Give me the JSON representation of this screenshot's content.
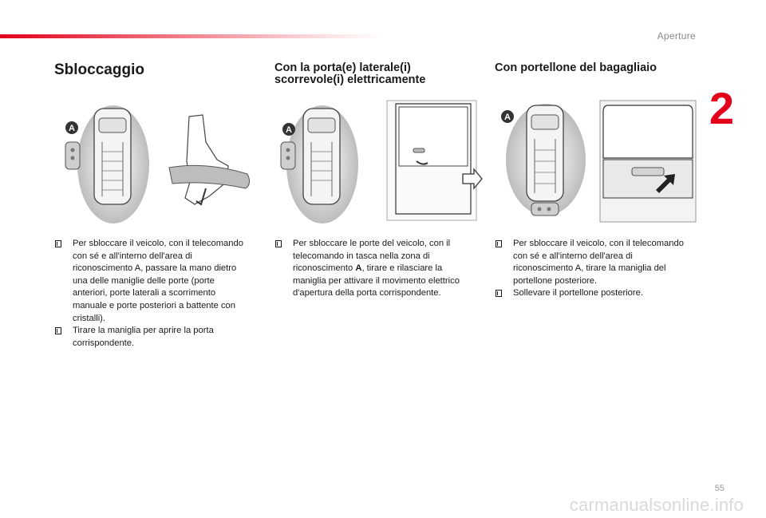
{
  "header": {
    "section_label": "Aperture",
    "chapter_number": "2",
    "accent_color": "#e3001b"
  },
  "columns": [
    {
      "title": "Sbloccaggio",
      "badge": "A",
      "bullets": [
        "Per sbloccare il veicolo, con il telecomando con sé e all'interno dell'area di riconoscimento A, passare la mano dietro una delle maniglie delle porte (porte anteriori, porte laterali a scorrimento manuale e porte posteriori a battente con cristalli).",
        "Tirare la maniglia per aprire la porta corrispondente."
      ]
    },
    {
      "title": "Con la porta(e) laterale(i) scorrevole(i) elettricamente",
      "badge": "A",
      "bullets": [
        {
          "before": "Per sbloccare le porte del veicolo, con il telecomando in tasca nella zona di riconoscimento ",
          "bold": "A",
          "after": ", tirare e rilasciare la maniglia per attivare il movimento elettrico d'apertura della porta corrispondente."
        }
      ]
    },
    {
      "title": "Con portellone del bagagliaio",
      "badge": "A",
      "bullets": [
        "Per sbloccare il veicolo, con il telecomando con sé e all'interno dell'area di riconoscimento A, tirare la maniglia del portellone posteriore.",
        "Sollevare il portellone posteriore."
      ]
    }
  ],
  "footer": {
    "page_number": "55",
    "watermark": "carmanualsonline.info"
  }
}
